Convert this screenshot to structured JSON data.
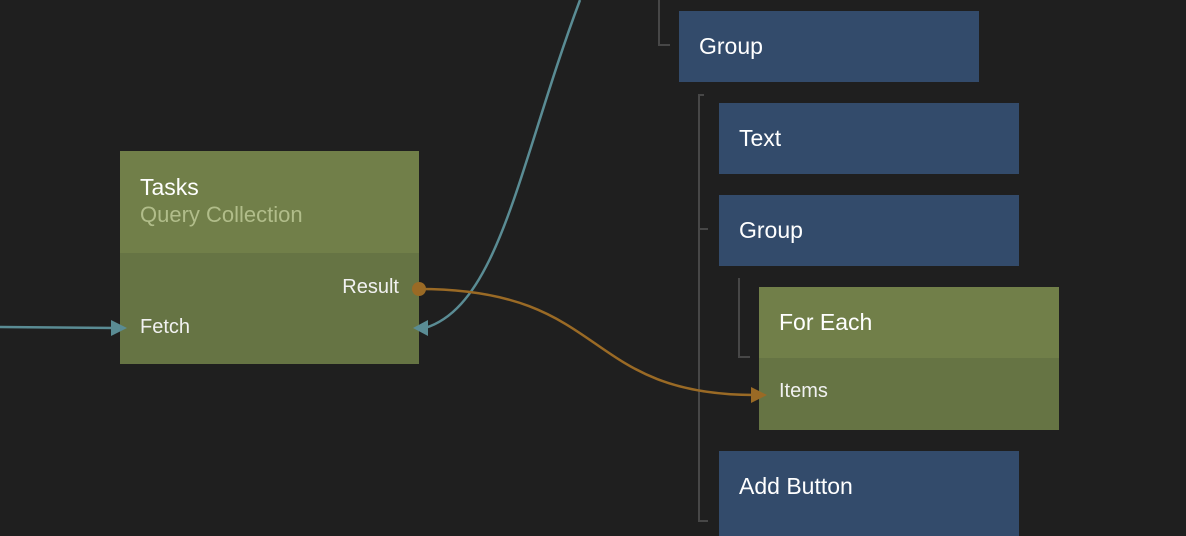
{
  "colors": {
    "background": "#1f1f1f",
    "visual_node": "#334b6b",
    "data_node_header": "#717f49",
    "data_node_body": "#667444",
    "signal_wire": "#5a8c94",
    "data_wire": "#9a6a25",
    "tree_line": "#474747"
  },
  "nodes": {
    "group_top": {
      "title": "Group"
    },
    "text": {
      "title": "Text"
    },
    "group_mid": {
      "title": "Group"
    },
    "for_each": {
      "title": "For Each",
      "input": "Items"
    },
    "add_button": {
      "title": "Add Button"
    },
    "tasks": {
      "title": "Tasks",
      "subtitle": "Query Collection",
      "output": "Result",
      "input": "Fetch"
    }
  }
}
